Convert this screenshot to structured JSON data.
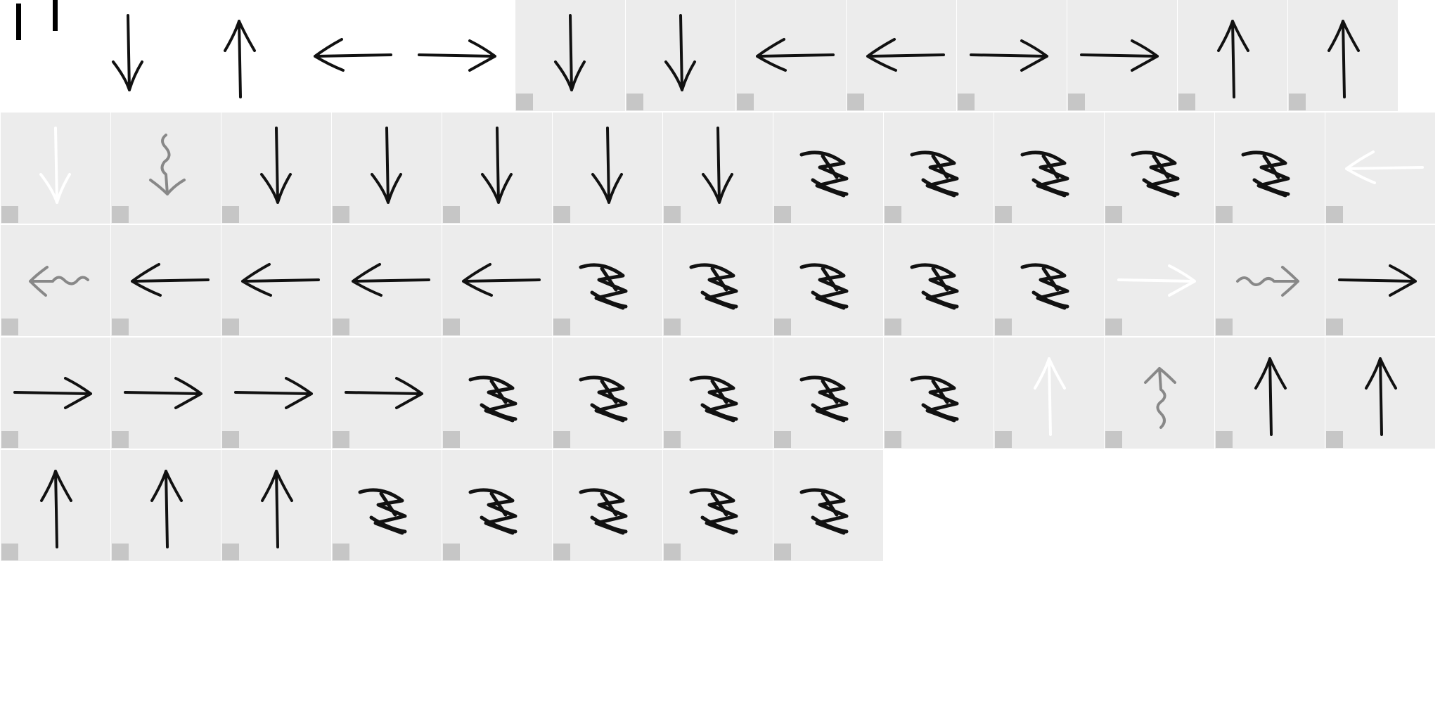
{
  "colors": {
    "canvas": "#ffffff",
    "tile": "#ececec",
    "handle": "#c6c6c6",
    "ink": "#111111",
    "mid_gray": "#888888",
    "white": "#ffffff"
  },
  "header_icons": [
    "down-arrow-icon",
    "up-arrow-icon",
    "left-arrow-icon",
    "right-arrow-icon"
  ],
  "rows": [
    [
      {
        "g": "down",
        "c": "ink"
      },
      {
        "g": "down",
        "c": "ink"
      },
      {
        "g": "left",
        "c": "ink"
      },
      {
        "g": "left",
        "c": "ink"
      },
      {
        "g": "right",
        "c": "ink"
      },
      {
        "g": "right",
        "c": "ink"
      },
      {
        "g": "up",
        "c": "ink"
      },
      {
        "g": "up",
        "c": "ink"
      }
    ],
    [
      {
        "g": "down",
        "c": "white"
      },
      {
        "g": "down-wavy",
        "c": "mid_gray"
      },
      {
        "g": "down",
        "c": "ink"
      },
      {
        "g": "down",
        "c": "ink"
      },
      {
        "g": "down",
        "c": "ink"
      },
      {
        "g": "down",
        "c": "ink"
      },
      {
        "g": "down",
        "c": "ink"
      },
      {
        "g": "scribble",
        "c": "ink"
      },
      {
        "g": "scribble",
        "c": "ink"
      },
      {
        "g": "scribble",
        "c": "ink"
      },
      {
        "g": "scribble",
        "c": "ink"
      },
      {
        "g": "scribble",
        "c": "ink"
      },
      {
        "g": "left",
        "c": "white"
      }
    ],
    [
      {
        "g": "left-wavy",
        "c": "mid_gray"
      },
      {
        "g": "left",
        "c": "ink"
      },
      {
        "g": "left",
        "c": "ink"
      },
      {
        "g": "left",
        "c": "ink"
      },
      {
        "g": "left",
        "c": "ink"
      },
      {
        "g": "scribble",
        "c": "ink"
      },
      {
        "g": "scribble",
        "c": "ink"
      },
      {
        "g": "scribble",
        "c": "ink"
      },
      {
        "g": "scribble",
        "c": "ink"
      },
      {
        "g": "scribble",
        "c": "ink"
      },
      {
        "g": "right",
        "c": "white"
      },
      {
        "g": "right-wavy",
        "c": "mid_gray"
      },
      {
        "g": "right",
        "c": "ink"
      }
    ],
    [
      {
        "g": "right",
        "c": "ink"
      },
      {
        "g": "right",
        "c": "ink"
      },
      {
        "g": "right",
        "c": "ink"
      },
      {
        "g": "right",
        "c": "ink"
      },
      {
        "g": "scribble",
        "c": "ink"
      },
      {
        "g": "scribble",
        "c": "ink"
      },
      {
        "g": "scribble",
        "c": "ink"
      },
      {
        "g": "scribble",
        "c": "ink"
      },
      {
        "g": "scribble",
        "c": "ink"
      },
      {
        "g": "up",
        "c": "white"
      },
      {
        "g": "up-wavy",
        "c": "mid_gray"
      },
      {
        "g": "up",
        "c": "ink"
      },
      {
        "g": "up",
        "c": "ink"
      }
    ],
    [
      {
        "g": "up",
        "c": "ink"
      },
      {
        "g": "up",
        "c": "ink"
      },
      {
        "g": "up",
        "c": "ink"
      },
      {
        "g": "scribble",
        "c": "ink"
      },
      {
        "g": "scribble",
        "c": "ink"
      },
      {
        "g": "scribble",
        "c": "ink"
      },
      {
        "g": "scribble",
        "c": "ink"
      },
      {
        "g": "scribble",
        "c": "ink"
      }
    ]
  ]
}
